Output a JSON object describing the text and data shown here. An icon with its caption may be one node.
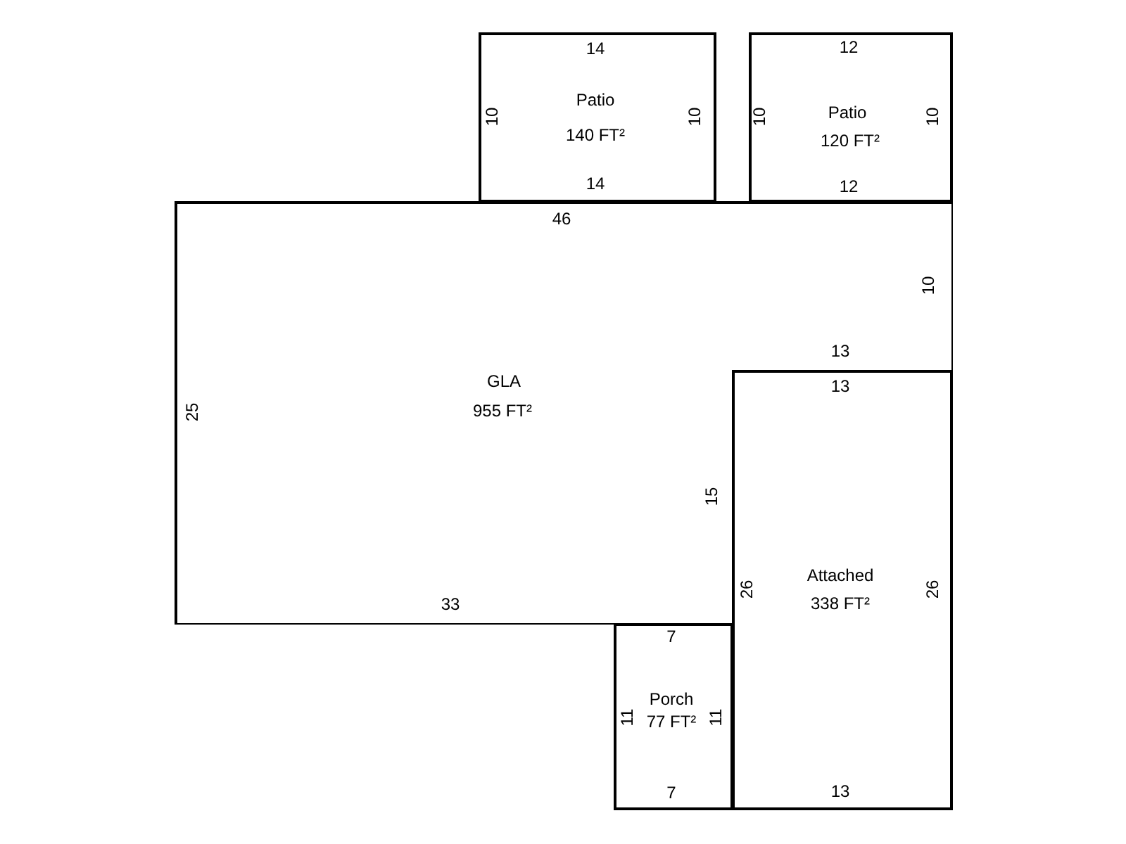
{
  "diagram": {
    "nodes": [
      {
        "text": [
          "Patio",
          "140 FT²"
        ]
      },
      {
        "text": [
          "Patio",
          "120 FT²"
        ]
      },
      {
        "text": [
          "GLA",
          "955 FT²"
        ]
      },
      {
        "text": [
          "Attached",
          "338 FT²"
        ]
      },
      {
        "text": [
          "Porch",
          "77 FT²"
        ]
      }
    ],
    "labels": [
      "14",
      "12",
      "10",
      "10",
      "10",
      "10",
      "14",
      "12",
      "46",
      "10",
      "13",
      "13",
      "25",
      "15",
      "26",
      "26",
      "33",
      "7",
      "11",
      "11",
      "7",
      "13"
    ]
  }
}
